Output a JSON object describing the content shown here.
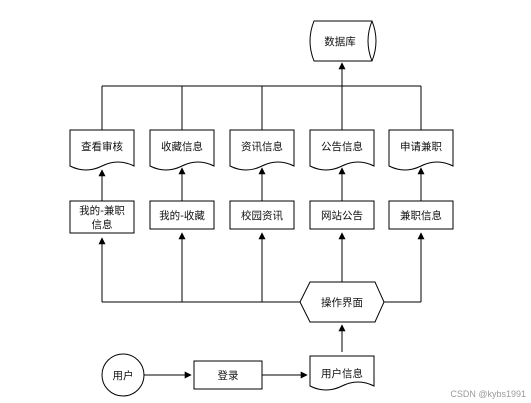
{
  "diagram": {
    "database": {
      "label": "数据库"
    },
    "documents": [
      {
        "id": "review",
        "label": "查看审核"
      },
      {
        "id": "favorites",
        "label": "收藏信息"
      },
      {
        "id": "news",
        "label": "资讯信息"
      },
      {
        "id": "notice",
        "label": "公告信息"
      },
      {
        "id": "apply",
        "label": "申请兼职"
      }
    ],
    "modules": [
      {
        "id": "my-job",
        "lines": [
          "我的-兼职",
          "信息"
        ]
      },
      {
        "id": "my-fav",
        "lines": [
          "我的-收藏"
        ]
      },
      {
        "id": "campus-news",
        "lines": [
          "校园资讯"
        ]
      },
      {
        "id": "site-notice",
        "lines": [
          "网站公告"
        ]
      },
      {
        "id": "job-info",
        "lines": [
          "兼职信息"
        ]
      }
    ],
    "ui": {
      "label": "操作界面"
    },
    "user": {
      "label": "用户"
    },
    "login": {
      "label": "登录"
    },
    "user_info": {
      "label": "用户信息"
    }
  },
  "watermark": "CSDN @kybs1991"
}
